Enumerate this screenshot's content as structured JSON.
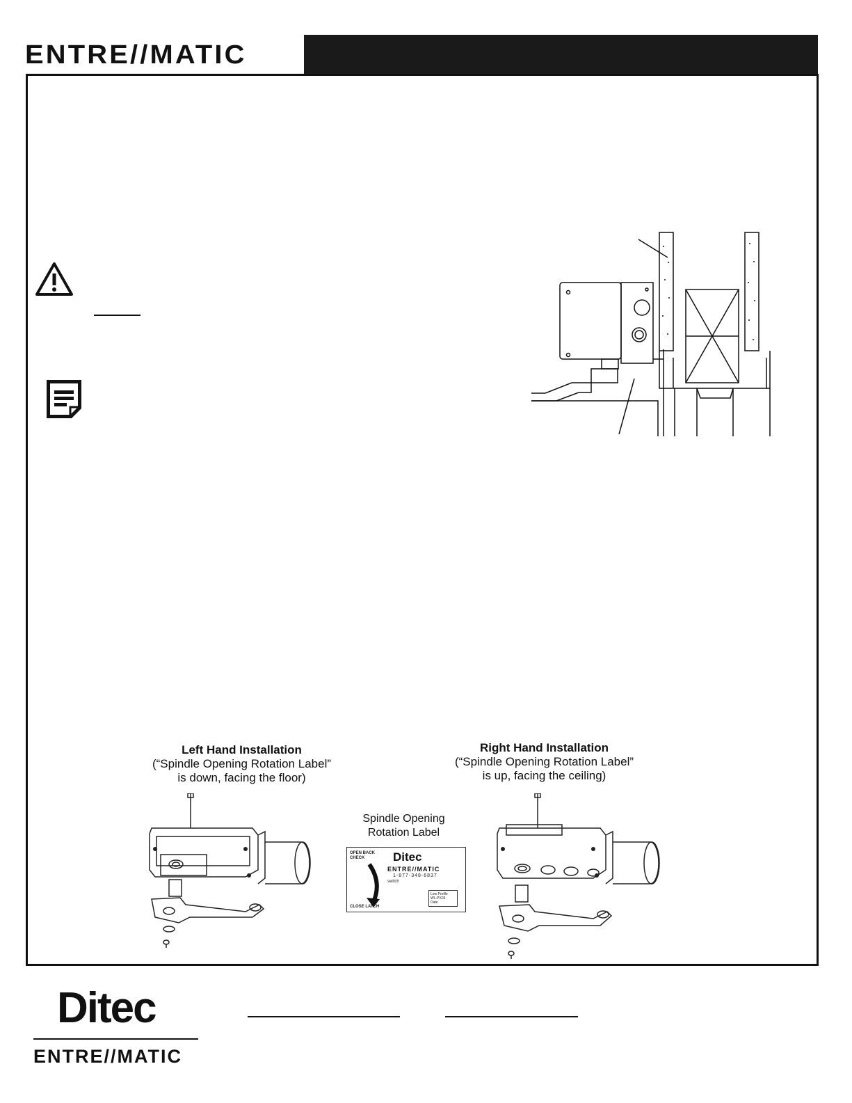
{
  "header": {
    "brand_logo": "ENTRE//MATIC"
  },
  "installation": {
    "left_hand": {
      "title": "Left Hand Installation",
      "line1": "(“Spindle Opening Rotation Label”",
      "line2": "is down, facing the floor)"
    },
    "right_hand": {
      "title": "Right Hand Installation",
      "line1": "(“Spindle Opening Rotation Label”",
      "line2": "is up, facing the ceiling)"
    },
    "label_caption": {
      "line1": "Spindle Opening",
      "line2": "Rotation Label"
    },
    "rotation_label": {
      "open_text": "OPEN BACK CHECK",
      "close_text": "CLOSE LATCH",
      "brand": "Ditec",
      "company": "ENTRE//MATIC",
      "phone": "1-877-348-6837",
      "switch_text": "switch",
      "box_line1": "Low Profile",
      "box_line2": "WL-PX03",
      "box_line3": "Date"
    }
  },
  "footer": {
    "ditec_logo": "Ditec",
    "brand_logo": "ENTRE//MATIC"
  },
  "colors": {
    "ink": "#111111",
    "header_bar": "#1a1a1a",
    "paper": "#ffffff"
  },
  "icons": [
    "warning-icon",
    "note-icon"
  ]
}
